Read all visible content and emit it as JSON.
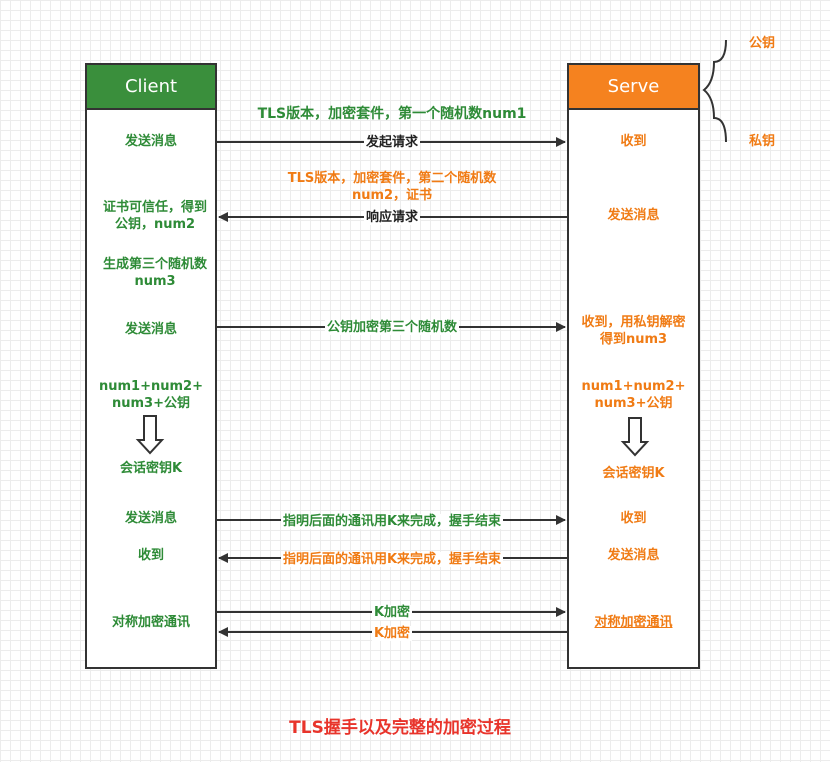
{
  "colors": {
    "client": "#3a8f3c",
    "server": "#f5821f",
    "green_text": "#2e8b37",
    "orange_text": "#f07b14",
    "title": "#e8342b"
  },
  "client": {
    "title": "Client"
  },
  "server": {
    "title": "Serve"
  },
  "key_legend": {
    "public": "公钥",
    "private": "私钥"
  },
  "top_label": "TLS版本，加密套件，第一个随机数num1",
  "steps": {
    "s1": {
      "client": "发送消息",
      "arrow": "发起请求",
      "server": "收到"
    },
    "s2": {
      "label_line1": "TLS版本，加密套件，第二个随机数",
      "label_line2": "num2，证书",
      "arrow": "响应请求",
      "client_line1": "证书可信任，得到",
      "client_line2": "公钥，num2",
      "server": "发送消息"
    },
    "s3": {
      "client_line1": "生成第三个随机数",
      "client_line2": "num3"
    },
    "s4": {
      "client": "发送消息",
      "arrow": "公钥加密第三个随机数",
      "server_line1": "收到，用私钥解密",
      "server_line2": "得到num3"
    },
    "s5": {
      "client_line1": "num1+num2+",
      "client_line2": "num3+公钥",
      "server_line1": "num1+num2+",
      "server_line2": "num3+公钥",
      "client_result": "会话密钥K",
      "server_result": "会话密钥K"
    },
    "s6": {
      "client": "发送消息",
      "arrow": "指明后面的通讯用K来完成，握手结束",
      "server": "收到"
    },
    "s7": {
      "client": "收到",
      "arrow": "指明后面的通讯用K来完成，握手结束",
      "server": "发送消息"
    },
    "s8": {
      "client": "对称加密通讯",
      "arrow_right": "K加密",
      "arrow_left": "K加密",
      "server": "对称加密通讯"
    }
  },
  "caption": "TLS握手以及完整的加密过程"
}
